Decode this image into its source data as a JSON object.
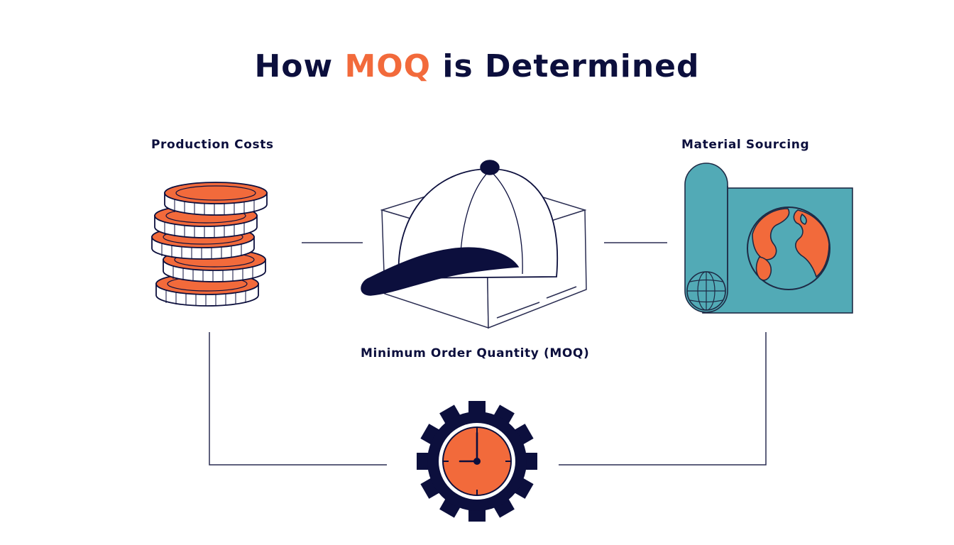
{
  "title": {
    "prefix": "How ",
    "highlight": "MOQ",
    "suffix": " is Determined"
  },
  "nodes": {
    "production_costs": "Production Costs",
    "material_sourcing": "Material Sourcing",
    "moq": "Minimum Order Quantity (MOQ)"
  },
  "icons": {
    "production_costs": "coin-stack-icon",
    "moq": "cap-in-box-icon",
    "material_sourcing": "world-map-scroll-icon",
    "lead_time": "gear-clock-icon"
  },
  "colors": {
    "navy": "#0c0f3d",
    "orange": "#f26a3b",
    "teal": "#52aab6"
  }
}
